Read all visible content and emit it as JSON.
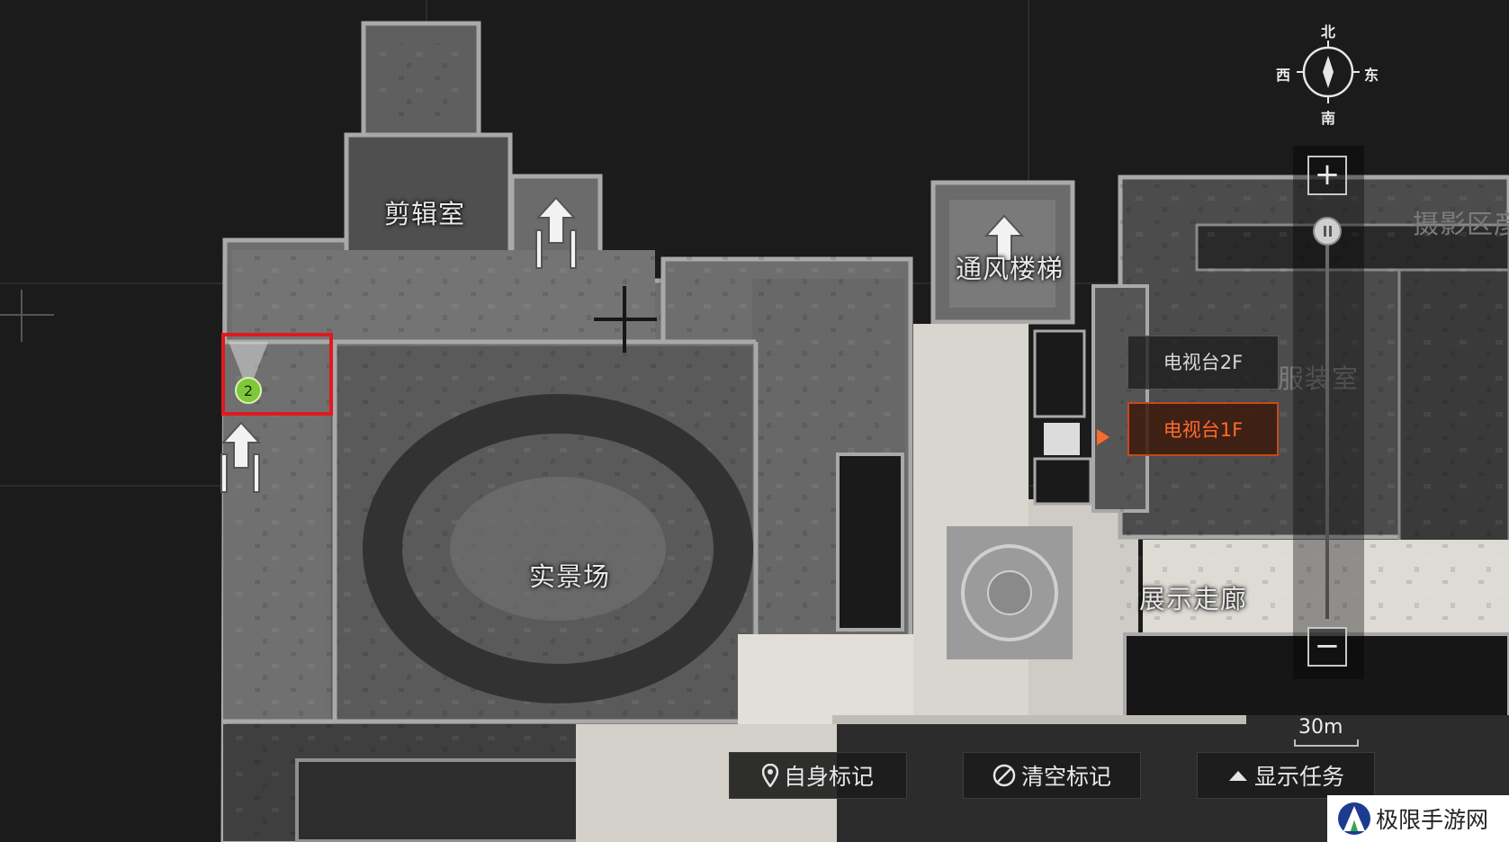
{
  "compass": {
    "north": "北",
    "west": "西",
    "east": "东",
    "south": "南"
  },
  "rooms": {
    "editing_room": "剪辑室",
    "vent_stairs": "通风楼梯",
    "live_set": "实景场",
    "showcase_corridor": "展示走廊",
    "costume_room": "服装室",
    "photo_area": "摄影区彦"
  },
  "marker": {
    "number": "2",
    "highlight_color": "#e0191f",
    "color": "#7ec83a"
  },
  "floors": [
    {
      "label": "电视台2F",
      "active": false
    },
    {
      "label": "电视台1F",
      "active": true
    }
  ],
  "zoom": {
    "plus": "+",
    "minus": "−",
    "scale": "30m",
    "level": 0.0
  },
  "actions": {
    "self_mark": "自身标记",
    "clear_marks": "清空标记",
    "show_tasks": "显示任务"
  },
  "icons": {
    "self_mark": "location-pin-icon",
    "clear_marks": "clear-circle-icon",
    "show_tasks": "chevron-up-icon"
  },
  "watermark": "极限手游网",
  "colors": {
    "accent": "#ff6a2a",
    "map_bg": "#1b1b1b"
  }
}
